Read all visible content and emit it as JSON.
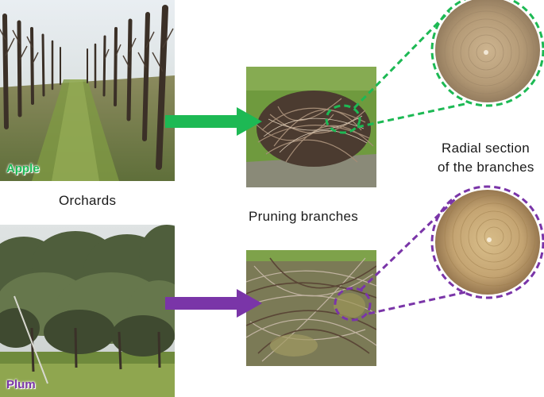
{
  "rows": [
    {
      "orchard_tag": "Apple",
      "color": "#1db954"
    },
    {
      "orchard_tag": "Plum",
      "color": "#7a35a8"
    }
  ],
  "labels": {
    "orchards": "Orchards",
    "pruning": "Pruning branches",
    "radial_line1": "Radial section",
    "radial_line2": "of the branches"
  }
}
